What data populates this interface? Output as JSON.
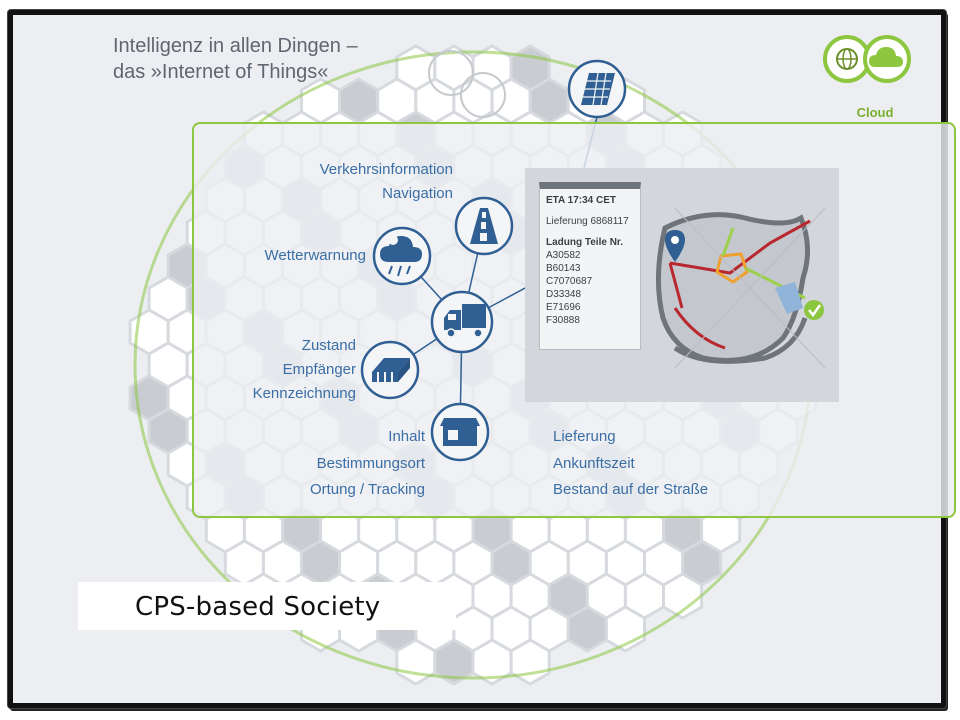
{
  "headline": {
    "line1": "Intelligenz in allen Dingen –",
    "line2": "das »Internet of Things«"
  },
  "cloud": {
    "label": "Cloud",
    "icons": [
      "globe-refresh-icon",
      "cloud-icon"
    ]
  },
  "nodes": {
    "traffic": {
      "line1": "Verkehrsinformation",
      "line2": "Navigation",
      "icon": "road-icon"
    },
    "weather": {
      "line1": "Wetterwarnung",
      "icon": "rain-cloud-icon"
    },
    "pallet": {
      "line1": "Zustand",
      "line2": "Empfänger",
      "line3": "Kennzeichnung",
      "icon": "pallet-icon"
    },
    "truck": {
      "icon": "truck-icon"
    },
    "package": {
      "line1": "Inhalt",
      "line2": "Bestimmungsort",
      "line3": "Ortung / Tracking",
      "icon": "package-icon"
    },
    "solar": {
      "icon": "solar-panel-icon"
    }
  },
  "info_box": {
    "eta": "ETA 17:34 CET",
    "delivery": "Lieferung 6868117",
    "cargo_title": "Ladung Teile Nr.",
    "parts": [
      "A30582",
      "B60143",
      "C7070687",
      "D33348",
      "E71696",
      "F30888"
    ]
  },
  "map_labels": {
    "line1": "Lieferung",
    "line2": "Ankunftszeit",
    "line3": "Bestand auf der Straße"
  },
  "caption": "CPS-based Society",
  "colors": {
    "accent_green": "#8dc63f",
    "text_blue": "#3a6ea5",
    "icon_blue": "#2f5f93",
    "hex_gray": "#c9ccd0"
  }
}
